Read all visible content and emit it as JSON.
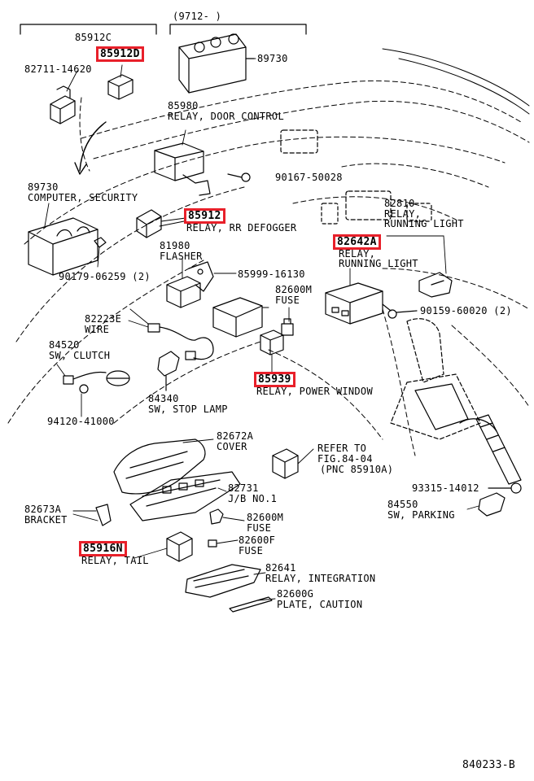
{
  "header": {
    "date_range": "(9712-      )"
  },
  "footer": {
    "figure_code": "840233-B"
  },
  "highlight_color": "#e8202a",
  "parts": [
    {
      "id": "p1",
      "number": "85912C",
      "desc": ""
    },
    {
      "id": "p2",
      "number": "85912D",
      "desc": "",
      "highlighted": true
    },
    {
      "id": "p3",
      "number": "82711-14620",
      "desc": ""
    },
    {
      "id": "p4",
      "number": "89730",
      "desc": ""
    },
    {
      "id": "p5",
      "number": "85980",
      "desc": "RELAY, DOOR CONTROL"
    },
    {
      "id": "p6",
      "number": "90167-50028",
      "desc": ""
    },
    {
      "id": "p7",
      "number": "89730",
      "desc": "COMPUTER, SECURITY"
    },
    {
      "id": "p8",
      "number": "85912",
      "desc": "RELAY, RR DEFOGGER",
      "highlighted": true
    },
    {
      "id": "p9",
      "number": "82810",
      "desc": "RELAY,",
      "desc2": "RUNNING LIGHT"
    },
    {
      "id": "p10",
      "number": "82642A",
      "desc": "RELAY,",
      "desc2": "RUNNING LIGHT",
      "highlighted": true
    },
    {
      "id": "p11",
      "number": "81980",
      "desc": "FLASHER"
    },
    {
      "id": "p12",
      "number": "85999-16130",
      "desc": ""
    },
    {
      "id": "p13",
      "number": "90179-06259 (2)",
      "desc": ""
    },
    {
      "id": "p14",
      "number": "82600M",
      "desc": "FUSE"
    },
    {
      "id": "p15",
      "number": "90159-60020 (2)",
      "desc": ""
    },
    {
      "id": "p16",
      "number": "82223E",
      "desc": "WIRE"
    },
    {
      "id": "p17",
      "number": "84520",
      "desc": "SW, CLUTCH"
    },
    {
      "id": "p18",
      "number": "85939",
      "desc": "RELAY, POWER WINDOW",
      "highlighted": true
    },
    {
      "id": "p19",
      "number": "84340",
      "desc": "SW, STOP LAMP"
    },
    {
      "id": "p20",
      "number": "94120-41000",
      "desc": ""
    },
    {
      "id": "p21",
      "number": "82672A",
      "desc": "COVER"
    },
    {
      "id": "p22",
      "number": "REFER TO",
      "desc": "FIG.84-04",
      "desc2": "(PNC 85910A)"
    },
    {
      "id": "p23",
      "number": "82731",
      "desc": "J/B NO.1"
    },
    {
      "id": "p24",
      "number": "93315-14012",
      "desc": ""
    },
    {
      "id": "p25",
      "number": "84550",
      "desc": "SW, PARKING"
    },
    {
      "id": "p26",
      "number": "82673A",
      "desc": "BRACKET"
    },
    {
      "id": "p27",
      "number": "82600M",
      "desc": "FUSE"
    },
    {
      "id": "p28",
      "number": "85916N",
      "desc": "RELAY, TAIL",
      "highlighted": true
    },
    {
      "id": "p29",
      "number": "82600F",
      "desc": "FUSE"
    },
    {
      "id": "p30",
      "number": "82641",
      "desc": "RELAY, INTEGRATION"
    },
    {
      "id": "p31",
      "number": "82600G",
      "desc": "PLATE, CAUTION"
    }
  ]
}
